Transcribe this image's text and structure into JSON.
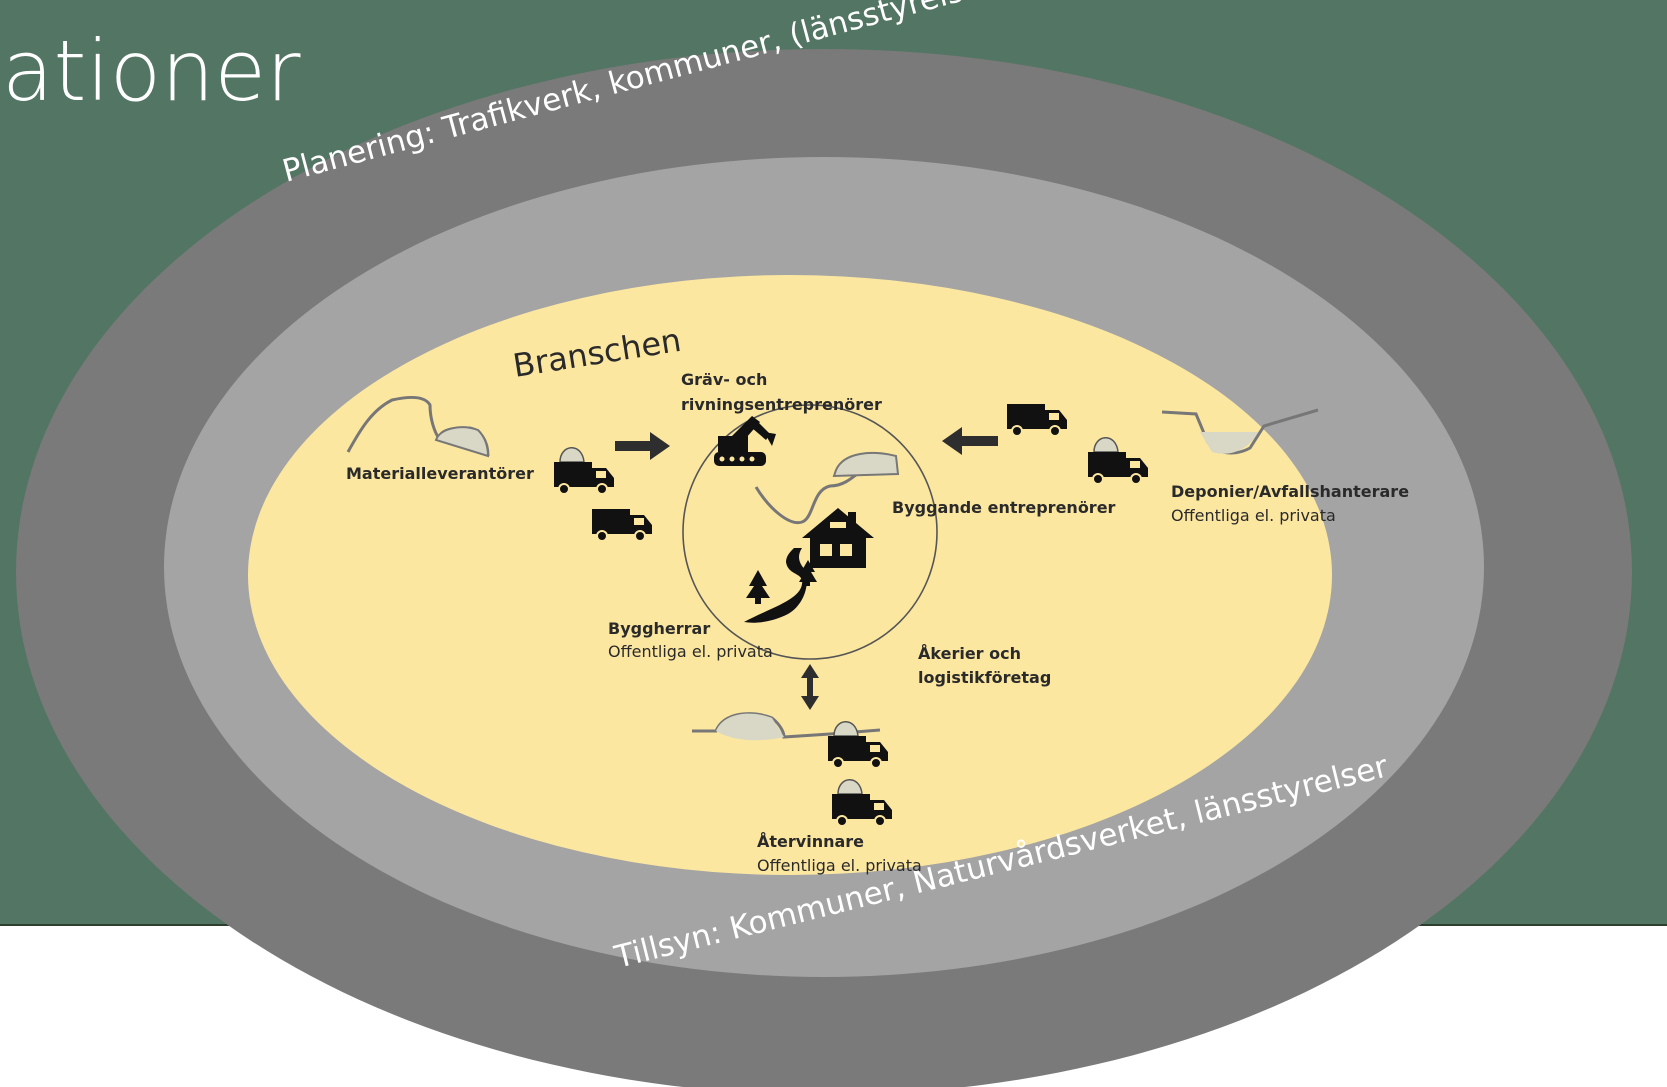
{
  "slide": {
    "title_partial": "ationer",
    "colors": {
      "background_top": "#537563",
      "outer_ring": "#7a7a7a",
      "middle_ring": "#a4a4a4",
      "inner_core": "#fce7a1",
      "text_dark": "#2a2a2a",
      "ring_text": "#ffffff"
    }
  },
  "rings": {
    "outer_label": "Planering: Trafikverk, kommuner, (länsstyrelser)",
    "bottom_label": "Tillsyn: Kommuner, Naturvårdsverket, länsstyrelser"
  },
  "core": {
    "title": "Branschen",
    "actors": {
      "material": {
        "name": "Materialleverantörer"
      },
      "grav": {
        "line1": "Gräv- och",
        "line2": "rivningsentreprenörer"
      },
      "deponier": {
        "name": "Deponier/Avfallshanterare",
        "sub": "Offentliga el. privata"
      },
      "byggande": {
        "name": "Byggande entreprenörer"
      },
      "byggherrar": {
        "name": "Byggherrar",
        "sub": "Offentliga el. privata"
      },
      "akerier": {
        "line1": "Åkerier och",
        "line2": "logistikföretag"
      },
      "atervinnare": {
        "name": "Återvinnare",
        "sub": "Offentliga el. privata"
      }
    },
    "icons": [
      "truck-icon",
      "excavator-icon",
      "house-icon",
      "road-icon",
      "tree-icon",
      "arrow-right-icon",
      "arrow-left-icon",
      "arrow-updown-icon",
      "rock-pile-icon",
      "pit-icon"
    ]
  }
}
